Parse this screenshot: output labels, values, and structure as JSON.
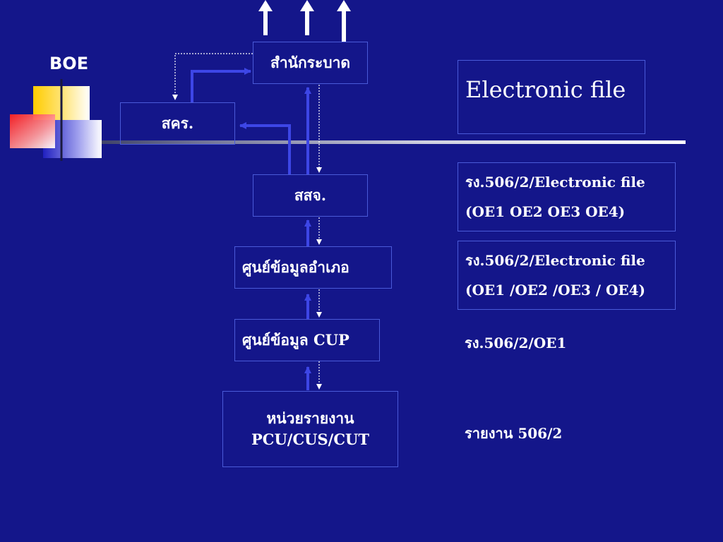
{
  "logo": {
    "label": "BOE"
  },
  "nodes": {
    "bureau": "สำนักระบาด",
    "skr": "สคร.",
    "ssj": "สสจ.",
    "district": "ศูนย์ข้อมูลอำเภอ",
    "cup": "ศูนย์ข้อมูล CUP",
    "unit_line1": "หน่วยรายงาน",
    "unit_line2": "PCU/CUS/CUT"
  },
  "notes": {
    "electronic_file": "Electronic file",
    "ssj_line1": "รง.506/2/Electronic file",
    "ssj_line2": "(OE1 OE2 OE3  OE4)",
    "district_line1": "รง.506/2/Electronic file",
    "district_line2": "(OE1 /OE2 /OE3 / OE4)",
    "cup": "รง.506/2/OE1",
    "unit": "รายงาน 506/2"
  },
  "colors": {
    "background": "#14168a",
    "connector": "#3d46e6",
    "box_border": "#4a5ad8",
    "logo_yellow": "#ffd200",
    "logo_red": "#ff3333",
    "logo_blue": "#2a2ac8"
  }
}
